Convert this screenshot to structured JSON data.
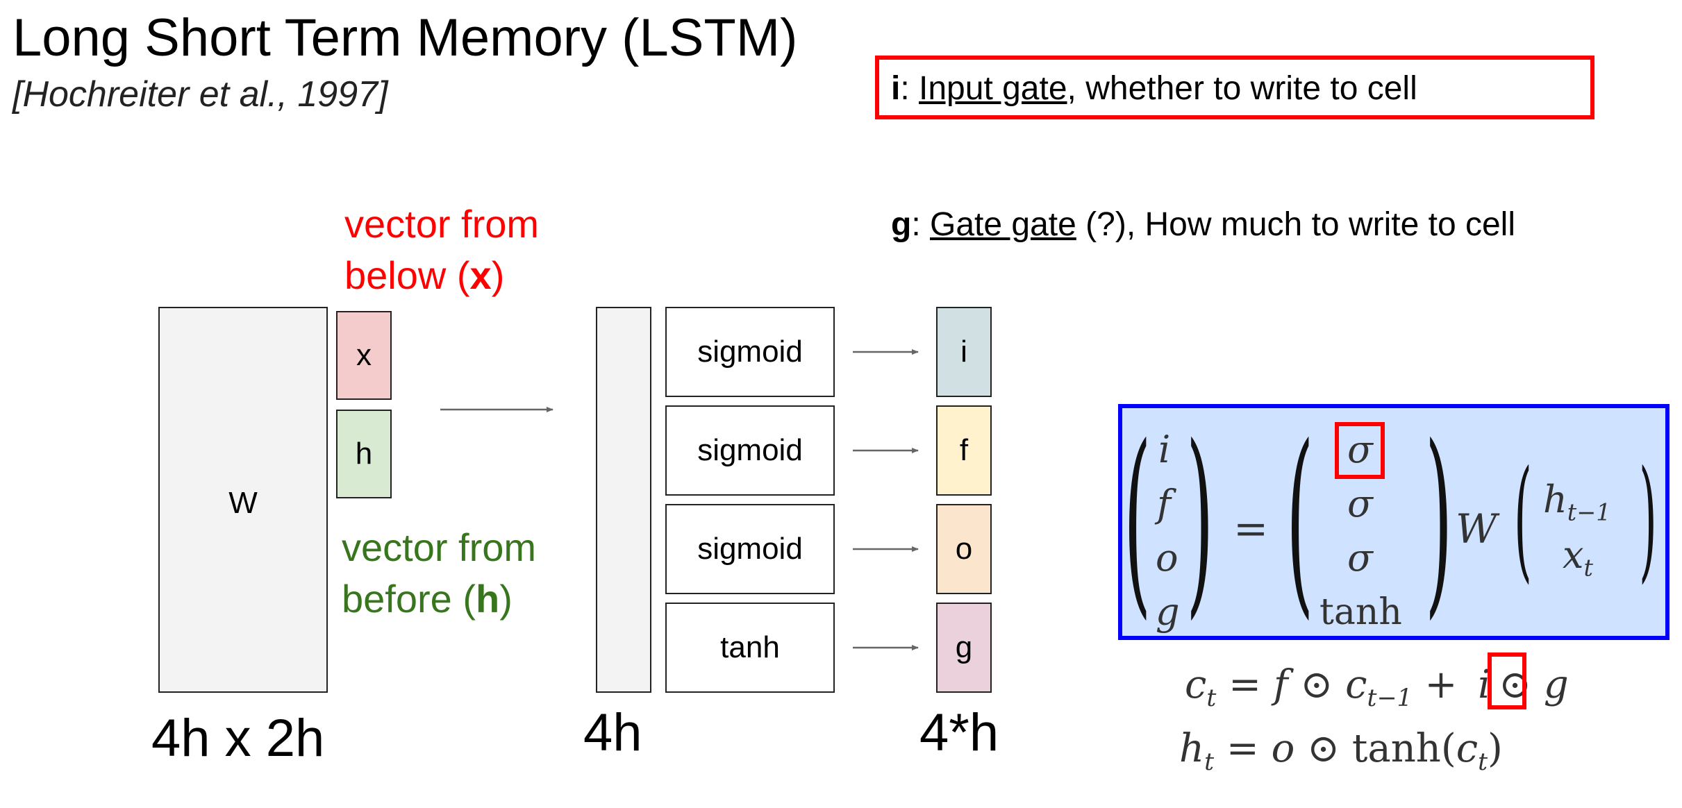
{
  "title": "Long Short Term Memory (LSTM)",
  "citation": "[Hochreiter et al., 1997]",
  "input_gate": {
    "letter": "i",
    "sep": ": ",
    "name": "Input gate",
    "desc": ", whether to write to cell"
  },
  "gate_gate": {
    "letter": "g",
    "sep": ": ",
    "name": "Gate gate",
    "desc": " (?), How much to write to cell"
  },
  "vector_x": {
    "line1": "vector from",
    "line2_pre": "below (",
    "var": "x",
    "line2_post": ")"
  },
  "vector_h": {
    "line1": "vector from",
    "line2_pre": "before (",
    "var": "h",
    "line2_post": ")"
  },
  "matrix": {
    "label": "W",
    "dim": "4h x 2h"
  },
  "x_box": "x",
  "h_box": "h",
  "mid_dim": "4h",
  "activations": [
    "sigmoid",
    "sigmoid",
    "sigmoid",
    "tanh"
  ],
  "gates": [
    "i",
    "f",
    "o",
    "g"
  ],
  "out_dim": "4*h",
  "colors": {
    "x_fill": "#f4cccc",
    "h_fill": "#d9ead3",
    "gate_i": "#d0e0e3",
    "gate_f": "#fff2cc",
    "gate_o": "#fce5cd",
    "gate_g": "#ead1dc",
    "red": "#ff0000",
    "green": "#38761d",
    "blue": "#0000ff",
    "eq_fill": "#cfe2ff"
  },
  "equation": {
    "lhs": [
      "i",
      "f",
      "o",
      "g"
    ],
    "equals": "=",
    "rhs": [
      "σ",
      "σ",
      "σ",
      "tanh"
    ],
    "W": "W",
    "vec_top": "h",
    "vec_top_sub": "t−1",
    "vec_bottom": "x",
    "vec_bottom_sub": "t"
  },
  "cell_eq": {
    "c": "c",
    "sub": "t",
    "eq": " = ",
    "f": "f",
    "odot1": " ⊙ ",
    "c2": "c",
    "sub2": "t−1",
    "plus": " + ",
    "i": "i",
    "odot2": "⊙ ",
    "g": "g"
  },
  "hidden_eq": {
    "h": "h",
    "sub": "t",
    "eq": " = ",
    "o": "o",
    "odot": " ⊙ ",
    "tanh": "tanh(",
    "c": "c",
    "sub2": "t",
    "close": ")"
  }
}
